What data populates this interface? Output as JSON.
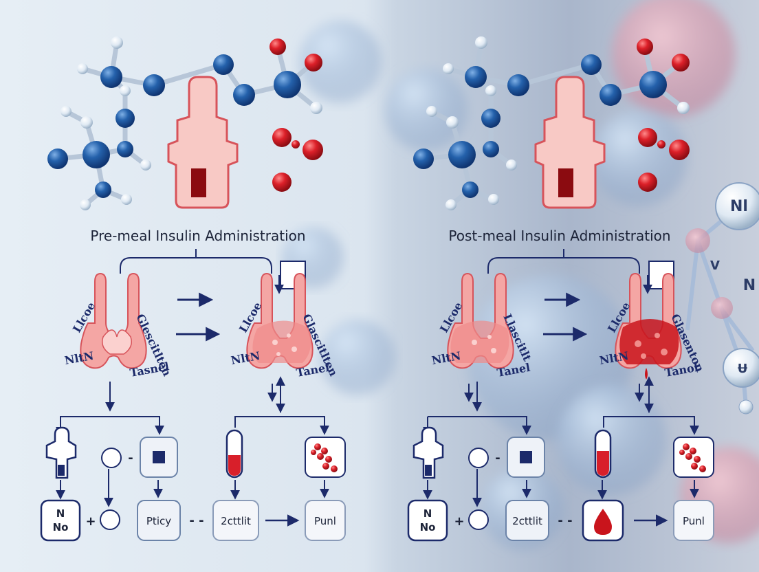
{
  "left": {
    "title": "Pre-meal Insulin Administration",
    "organ_a": {
      "top": "Llcoe",
      "bottom": "NltN",
      "right": "Glescitlten",
      "right_bottom": "Tasnel"
    },
    "organ_b": {
      "top": "Llcoe",
      "bottom": "NltN",
      "right": "Glascitlten",
      "right_bottom": "Tanel"
    },
    "box_n": {
      "line1": "N",
      "line2": "No"
    },
    "plus": "+",
    "dash1": "-",
    "box_policy": "Pticy",
    "dash2": "- -",
    "box_2cttlit": "2cttlit",
    "box_punl": "Punl"
  },
  "right": {
    "title": "Post-meal Insulin Administration",
    "organ_a": {
      "top": "Llcoe",
      "bottom": "NltN",
      "right": "Llascitlt",
      "right_bottom": "Tanel"
    },
    "organ_b": {
      "top": "Llcoe",
      "bottom": "NltN",
      "right": "Glasenton",
      "right_bottom": "Tanol"
    },
    "box_n": {
      "line1": "N",
      "line2": "No"
    },
    "plus": "+",
    "dash1": "-",
    "box_2cttlit": "2cttlit",
    "dash2": "- -",
    "box_punl": "Punl"
  },
  "background_molecule": {
    "top": "Nl",
    "mid": "V",
    "right": "N",
    "lower": "Ʉ"
  },
  "colors": {
    "atom_blue": "#1f5fa8",
    "atom_red": "#d81f2a",
    "organ_pink": "#f4a6a4",
    "navy": "#1c2a6a",
    "insulin_red": "#8b0b10"
  }
}
